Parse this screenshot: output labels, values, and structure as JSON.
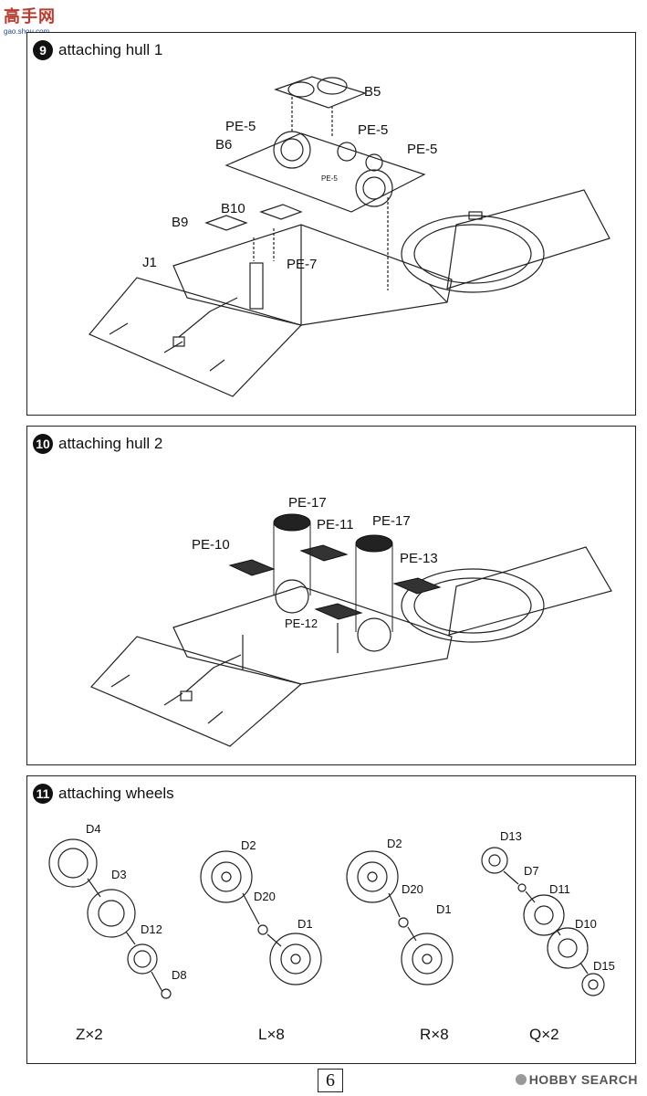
{
  "watermark": {
    "logo": "高手网",
    "url": "gao.shou.com"
  },
  "steps": [
    {
      "number": "9",
      "title": "attaching hull 1",
      "labels": {
        "b5": "B5",
        "pe5_a": "PE-5",
        "pe5_b": "PE-5",
        "pe5_c": "PE-5",
        "pe5_small": "PE-5",
        "b6": "B6",
        "b10": "B10",
        "b9": "B9",
        "j1": "J1",
        "pe7": "PE-7"
      }
    },
    {
      "number": "10",
      "title": "attaching hull 2",
      "labels": {
        "pe17_a": "PE-17",
        "pe11": "PE-11",
        "pe17_b": "PE-17",
        "pe10": "PE-10",
        "pe13": "PE-13",
        "pe12": "PE-12"
      }
    },
    {
      "number": "11",
      "title": "attaching wheels",
      "labels": {
        "d4": "D4",
        "d3": "D3",
        "d12": "D12",
        "d8": "D8",
        "d2_a": "D2",
        "d20_a": "D20",
        "d1_a": "D1",
        "d2_b": "D2",
        "d20_b": "D20",
        "d1_b": "D1",
        "d13": "D13",
        "d7": "D7",
        "d11": "D11",
        "d10": "D10",
        "d15": "D15"
      },
      "quantities": [
        "Z×2",
        "L×8",
        "R×8",
        "Q×2"
      ]
    }
  ],
  "page_number": "6",
  "footer_watermark": "HOBBY SEARCH"
}
